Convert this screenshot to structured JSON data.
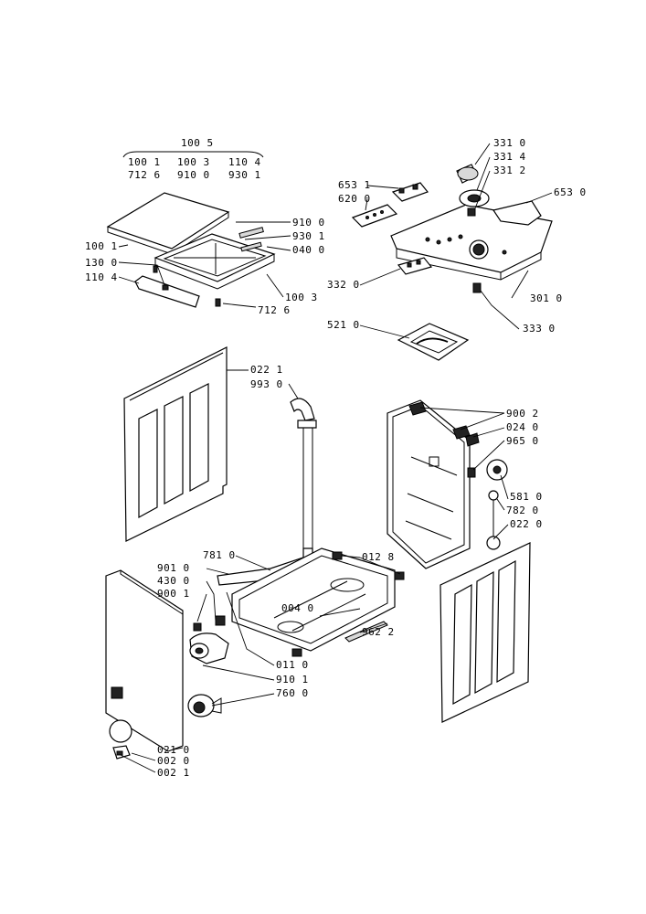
{
  "kit": {
    "title": "100 5",
    "row1": [
      "100 1",
      "100 3",
      "110 4"
    ],
    "row2": [
      "712 6",
      "910 0",
      "930 1"
    ]
  },
  "callouts": [
    {
      "id": "c1",
      "text": "910 0"
    },
    {
      "id": "c2",
      "text": "930 1"
    },
    {
      "id": "c3",
      "text": "040 0"
    },
    {
      "id": "c4",
      "text": "100 1"
    },
    {
      "id": "c5",
      "text": "130 0"
    },
    {
      "id": "c6",
      "text": "110 4"
    },
    {
      "id": "c7",
      "text": "100 3"
    },
    {
      "id": "c8",
      "text": "712 6"
    },
    {
      "id": "c9",
      "text": "331 0"
    },
    {
      "id": "c10",
      "text": "331 4"
    },
    {
      "id": "c11",
      "text": "331 2"
    },
    {
      "id": "c12",
      "text": "653 1"
    },
    {
      "id": "c13",
      "text": "620 0"
    },
    {
      "id": "c14",
      "text": "653 0"
    },
    {
      "id": "c15",
      "text": "332 0"
    },
    {
      "id": "c16",
      "text": "301 0"
    },
    {
      "id": "c17",
      "text": "333 0"
    },
    {
      "id": "c18",
      "text": "521 0"
    },
    {
      "id": "c19",
      "text": "022 1"
    },
    {
      "id": "c20",
      "text": "993 0"
    },
    {
      "id": "c21",
      "text": "900 2"
    },
    {
      "id": "c22",
      "text": "024 0"
    },
    {
      "id": "c23",
      "text": "965 0"
    },
    {
      "id": "c24",
      "text": "581 0"
    },
    {
      "id": "c25",
      "text": "782 0"
    },
    {
      "id": "c26",
      "text": "022 0"
    },
    {
      "id": "c27",
      "text": "781 0"
    },
    {
      "id": "c28",
      "text": "012 8"
    },
    {
      "id": "c29",
      "text": "901 0"
    },
    {
      "id": "c30",
      "text": "430 0"
    },
    {
      "id": "c31",
      "text": "900 1"
    },
    {
      "id": "c32",
      "text": "004 0"
    },
    {
      "id": "c33",
      "text": "962 2"
    },
    {
      "id": "c34",
      "text": "011 0"
    },
    {
      "id": "c35",
      "text": "910 1"
    },
    {
      "id": "c36",
      "text": "760 0"
    },
    {
      "id": "c37",
      "text": "021 0"
    },
    {
      "id": "c38",
      "text": "002 0"
    },
    {
      "id": "c39",
      "text": "002 1"
    }
  ]
}
